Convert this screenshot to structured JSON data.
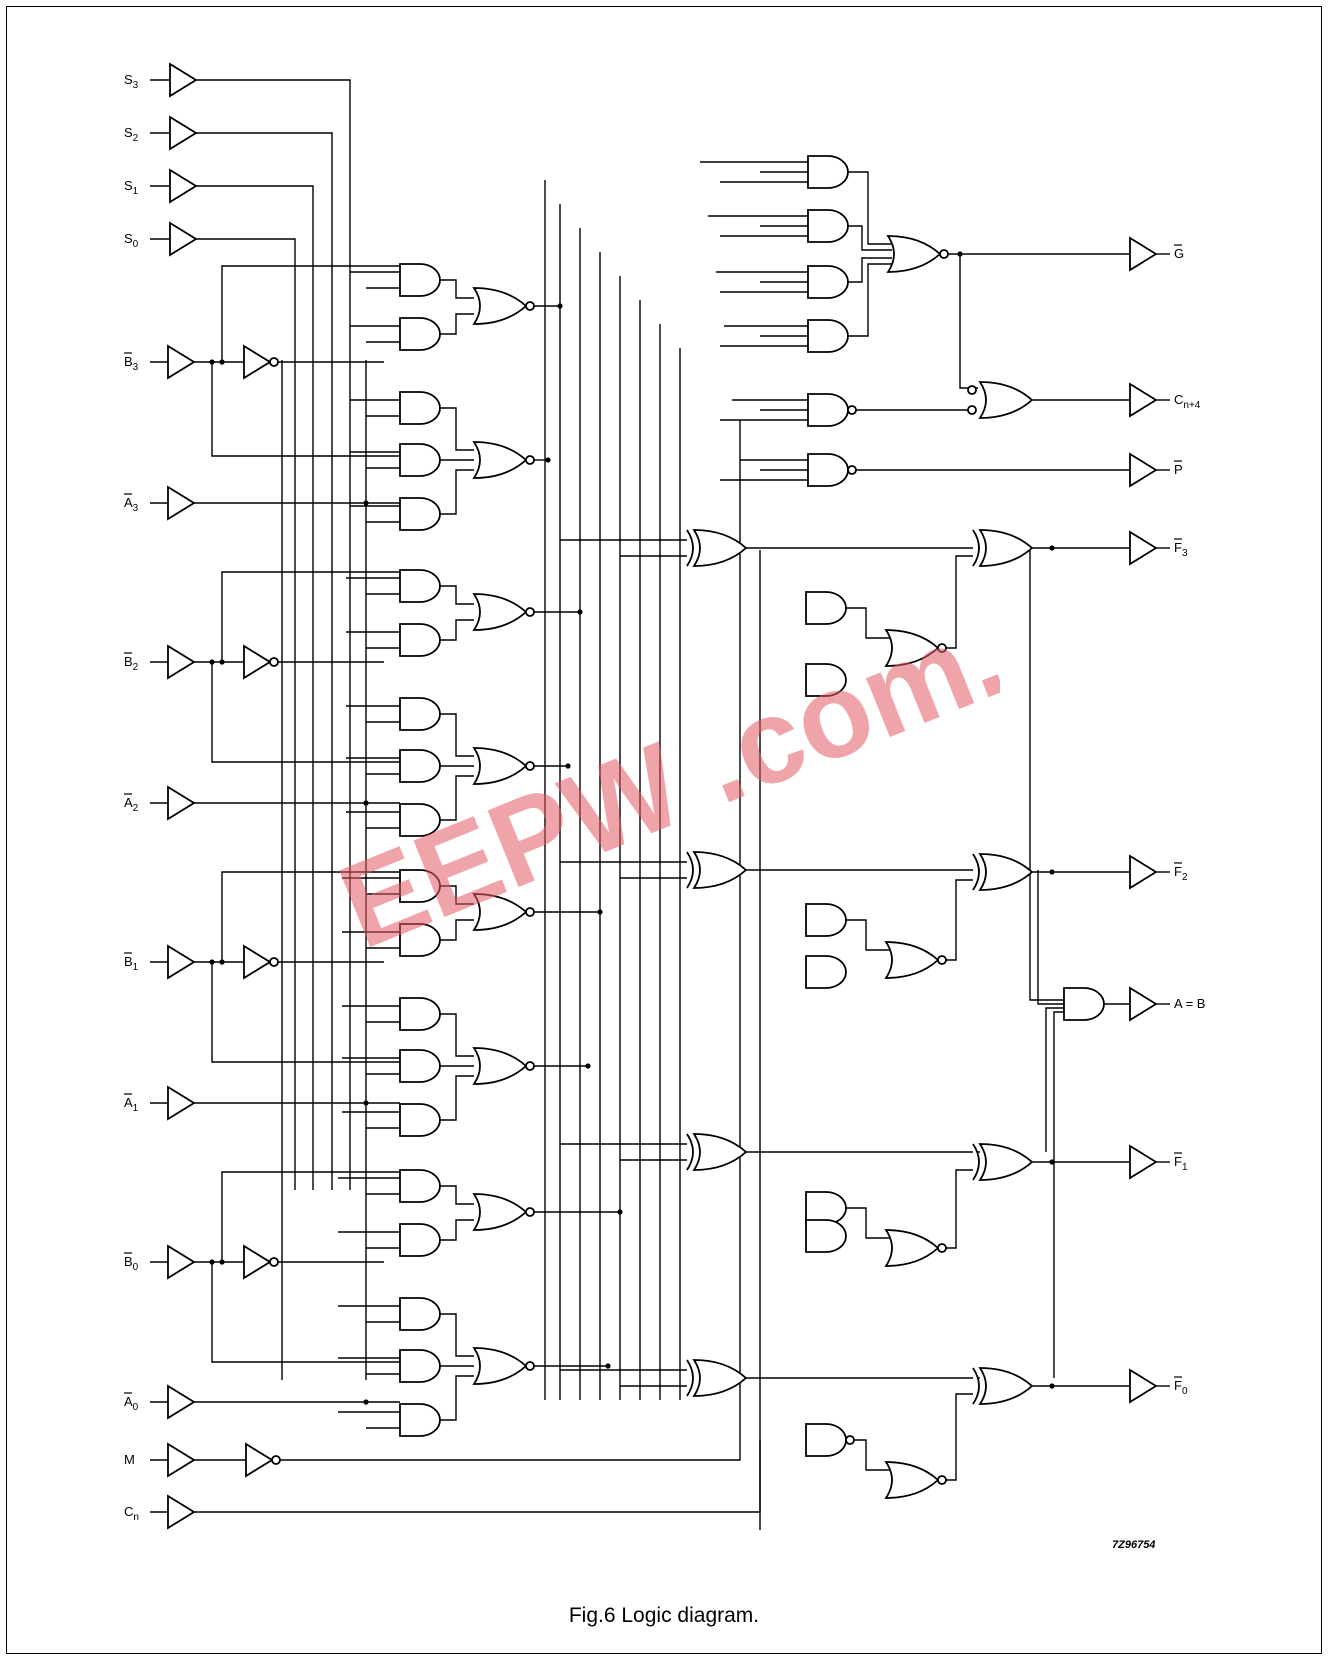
{
  "caption": "Fig.6  Logic diagram.",
  "drawing_ref": "7Z96754",
  "watermark": "EEPW .com.cn",
  "colors": {
    "ink": "#000000",
    "watermark": "#e35a63"
  },
  "inputs": [
    {
      "id": "S3",
      "base": "S",
      "sub": "3",
      "bar": false
    },
    {
      "id": "S2",
      "base": "S",
      "sub": "2",
      "bar": false
    },
    {
      "id": "S1",
      "base": "S",
      "sub": "1",
      "bar": false
    },
    {
      "id": "S0",
      "base": "S",
      "sub": "0",
      "bar": false
    },
    {
      "id": "B3",
      "base": "B",
      "sub": "3",
      "bar": true
    },
    {
      "id": "A3",
      "base": "A",
      "sub": "3",
      "bar": true
    },
    {
      "id": "B2",
      "base": "B",
      "sub": "2",
      "bar": true
    },
    {
      "id": "A2",
      "base": "A",
      "sub": "2",
      "bar": true
    },
    {
      "id": "B1",
      "base": "B",
      "sub": "1",
      "bar": true
    },
    {
      "id": "A1",
      "base": "A",
      "sub": "1",
      "bar": true
    },
    {
      "id": "B0",
      "base": "B",
      "sub": "0",
      "bar": true
    },
    {
      "id": "A0",
      "base": "A",
      "sub": "0",
      "bar": true
    },
    {
      "id": "M",
      "base": "M",
      "sub": "",
      "bar": false
    },
    {
      "id": "Cn",
      "base": "C",
      "sub": "n",
      "bar": false
    }
  ],
  "outputs": [
    {
      "id": "G",
      "base": "G",
      "sub": "",
      "bar": true
    },
    {
      "id": "Cn4",
      "base": "C",
      "sub": "n+4",
      "bar": false
    },
    {
      "id": "P",
      "base": "P",
      "sub": "",
      "bar": true
    },
    {
      "id": "F3",
      "base": "F",
      "sub": "3",
      "bar": true
    },
    {
      "id": "F2",
      "base": "F",
      "sub": "2",
      "bar": true
    },
    {
      "id": "AeqB",
      "base": "A = B",
      "sub": "",
      "bar": false
    },
    {
      "id": "F1",
      "base": "F",
      "sub": "1",
      "bar": true
    },
    {
      "id": "F0",
      "base": "F",
      "sub": "0",
      "bar": true
    }
  ]
}
